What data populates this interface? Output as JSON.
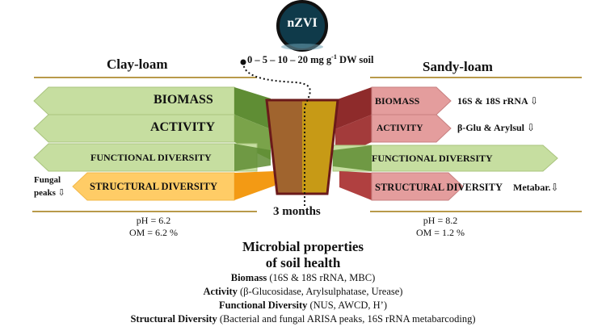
{
  "nzvi": {
    "label": "nZVI"
  },
  "dose": {
    "text": "0 – 5 – 10 – 20 mg g",
    "sup": "-1",
    "suffix": " DW soil"
  },
  "clay": {
    "title": "Clay-loam",
    "biomass": "BIOMASS",
    "activity": "ACTIVITY",
    "functional": "FUNCTIONAL DIVERSITY",
    "structural": "STRUCTURAL DIVERSITY",
    "fungal": "Fungal",
    "peaks": "peaks ⇩",
    "ph": "pH = 6.2",
    "om": "OM = 6.2 %"
  },
  "sandy": {
    "title": "Sandy-loam",
    "biomass": "BIOMASS",
    "biomass_note": "16S & 18S rRNA ⇩",
    "activity": "ACTIVITY",
    "activity_note": "β-Glu & Arylsul ⇩",
    "functional": "FUNCTIONAL DIVERSITY",
    "structural": "STRUCTURAL DIVERSITY",
    "structural_note": "Metabar.⇩",
    "ph": "pH = 8.2",
    "om": "OM = 1.2 %"
  },
  "time": "3 months",
  "properties": {
    "title1": "Microbial properties",
    "title2": "of soil health",
    "lines": [
      {
        "bold": "Biomass",
        "rest": " (16S & 18S rRNA, MBC)"
      },
      {
        "bold": "Activity",
        "rest": " (β-Glucosidase, Arylsulphatase, Urease)"
      },
      {
        "bold": "Functional Diversity",
        "rest": " (NUS, AWCD, H’)"
      },
      {
        "bold": "Structural Diversity",
        "rest": " (Bacterial and fungal ARISA peaks, 16S rRNA metabarcoding)"
      }
    ]
  },
  "colors": {
    "green_band": "#c6dea0",
    "green_dark": "#5f8d34",
    "orange_band": "#ffcc66",
    "orange_dark": "#f39a14",
    "red_band": "#e49d9d",
    "red_dark": "#8e2b2b",
    "pot_left": "#a0642e",
    "pot_right": "#c79a16",
    "pot_border": "#6b1a1a",
    "nzvi_fill": "#0f3a4a",
    "gold_line": "#b89a4a"
  }
}
